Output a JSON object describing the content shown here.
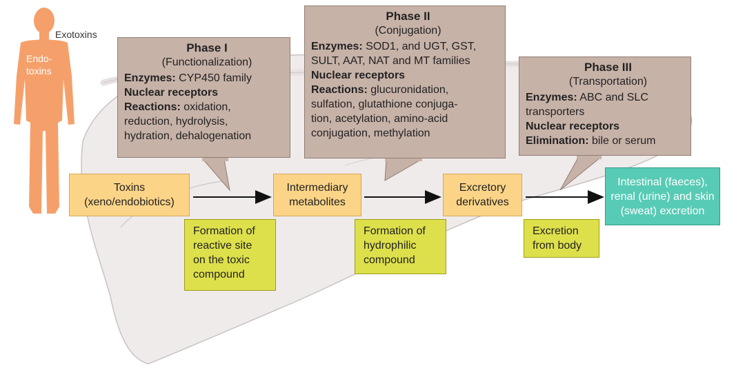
{
  "human_labels": {
    "exotoxins": "Exotoxins",
    "endotoxins": "Endo-\ntoxins"
  },
  "phase1": {
    "title": "Phase I",
    "subtitle": "(Functionalization)",
    "enzymes_label": "Enzymes:",
    "enzymes": " CYP450 family",
    "receptors_label": "Nuclear receptors",
    "reactions_label": "Reactions:",
    "reactions_1": " oxidation,",
    "reactions_2": "reduction, hydrolysis,",
    "reactions_3": "hydration, dehalogenation"
  },
  "phase2": {
    "title": "Phase II",
    "subtitle": "(Conjugation)",
    "enzymes_label": "Enzymes:",
    "enzymes_1": " SOD1, and UGT, GST,",
    "enzymes_2": "SULT, AAT, NAT and MT families",
    "receptors_label": "Nuclear receptors",
    "reactions_label": "Reactions:",
    "reactions_1": " glucuronidation,",
    "reactions_2": "sulfation, glutathione conjuga-",
    "reactions_3": "tion, acetylation, amino-acid",
    "reactions_4": "conjugation, methylation"
  },
  "phase3": {
    "title": "Phase III",
    "subtitle": "(Transportation)",
    "enzymes_label": "Enzymes:",
    "enzymes_1": " ABC and SLC",
    "enzymes_2": "transporters",
    "receptors_label": "Nuclear receptors",
    "elimination_label": "Elimination:",
    "elimination": " bile or serum"
  },
  "flow": {
    "toxins": "Toxins\n(xeno/endobiotics)",
    "intermediary": "Intermediary\nmetabolites",
    "excretory": "Excretory\nderivatives",
    "excretion": "Intestinal (faeces),\nrenal (urine) and skin\n(sweat) excretion"
  },
  "notes": {
    "formation_reactive": "Formation of\nreactive site\non the toxic\ncompound",
    "formation_hydrophilic": "Formation of\nhydrophilic\ncompound",
    "excretion_body": "Excretion\nfrom body"
  },
  "colors": {
    "callout": "#c7b2a8",
    "orange_box": "#fcd487",
    "teal_box": "#57cbb5",
    "yellow_box": "#dde04a",
    "human": "#f5a06a",
    "liver": "#eeeaea"
  }
}
